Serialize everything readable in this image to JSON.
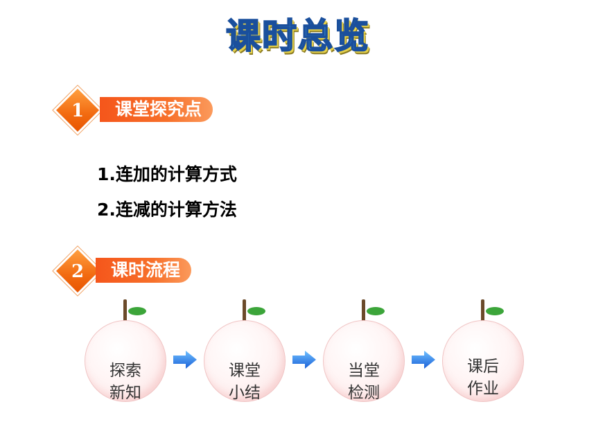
{
  "header": {
    "title": "课时总览"
  },
  "sections": [
    {
      "number": "1",
      "title": "课堂探究点"
    },
    {
      "number": "2",
      "title": "课时流程"
    }
  ],
  "content_points": [
    "1.连加的计算方式",
    "2.连减的计算方法"
  ],
  "flow": {
    "steps": [
      {
        "line1": "探索",
        "line2": "新知"
      },
      {
        "line1": "课堂",
        "line2": "小结"
      },
      {
        "line1": "当堂",
        "line2": "检测"
      },
      {
        "line1": "课后",
        "line2": "作业"
      }
    ],
    "arrow_icon": "right-arrow-icon"
  },
  "colors": {
    "accent_orange": "#f26a10",
    "title_blue": "#4fb4f0",
    "arrow_blue": "#1a78e8",
    "leaf_green": "#3ca53a"
  }
}
